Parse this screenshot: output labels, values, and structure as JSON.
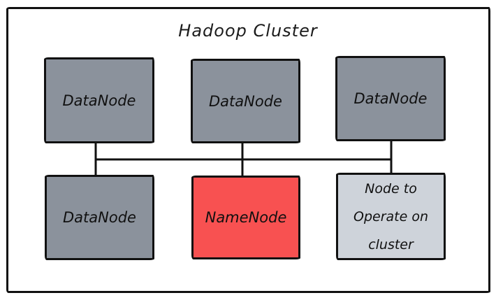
{
  "diagram": {
    "title": "Hadoop Cluster",
    "nodes": [
      {
        "id": "datanode-1",
        "label": "DataNode",
        "row": "top"
      },
      {
        "id": "datanode-2",
        "label": "DataNode",
        "row": "top"
      },
      {
        "id": "datanode-3",
        "label": "DataNode",
        "row": "top"
      },
      {
        "id": "datanode-4",
        "label": "DataNode",
        "row": "bottom"
      },
      {
        "id": "namenode",
        "label": "NameNode",
        "row": "bottom"
      },
      {
        "id": "operator-node",
        "label": "Node to Operate on cluster",
        "lines": [
          "Node to",
          "Operate on",
          "cluster"
        ],
        "row": "bottom"
      }
    ],
    "connections": [
      {
        "type": "bus",
        "connects": [
          "datanode-1",
          "datanode-2",
          "datanode-3"
        ]
      },
      {
        "from": "datanode-1",
        "to": "datanode-4"
      },
      {
        "from": "datanode-2",
        "to": "namenode"
      },
      {
        "from": "datanode-3",
        "to": "operator-node"
      }
    ],
    "colors": {
      "datanode_fill": "#8b929c",
      "namenode_fill": "#f85151",
      "operator_fill": "#ced3da",
      "stroke": "#111111",
      "background": "#ffffff"
    }
  }
}
